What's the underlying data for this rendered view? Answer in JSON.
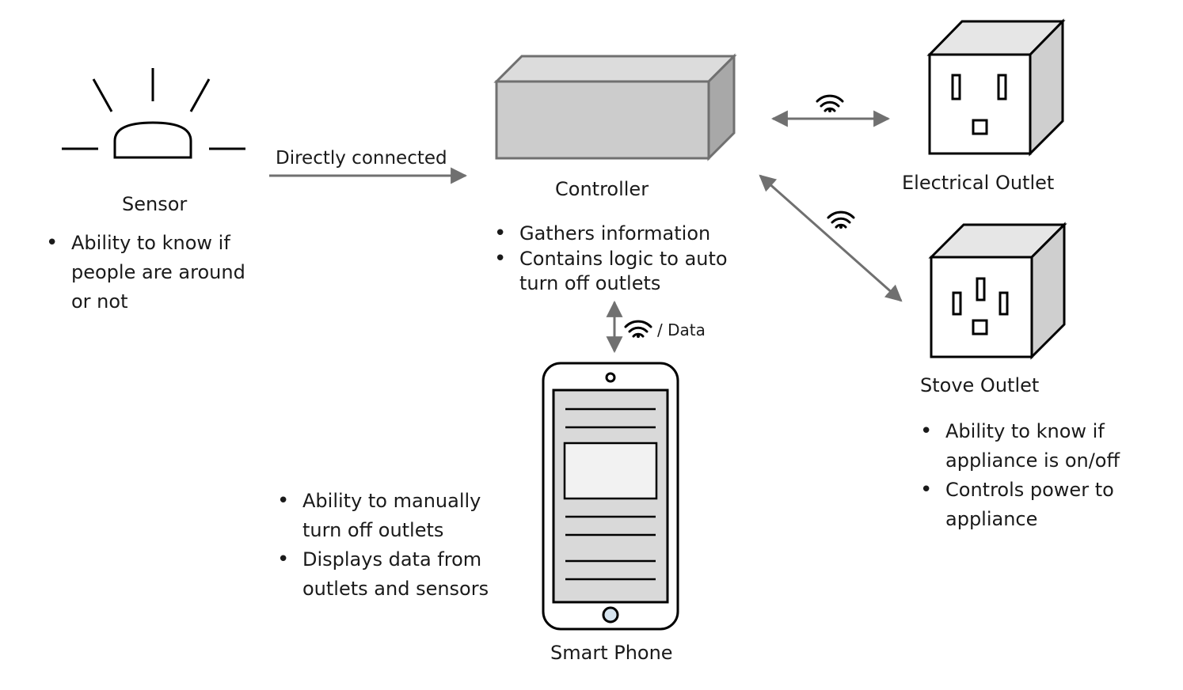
{
  "sensor": {
    "label": "Sensor",
    "bullets": [
      "Ability to know if people are around or not"
    ]
  },
  "connection_sensor_controller": {
    "label": "Directly connected"
  },
  "controller": {
    "label": "Controller",
    "bullets": [
      "Gathers information",
      "Contains logic to auto turn off outlets"
    ]
  },
  "electrical_outlet": {
    "label": "Electrical Outlet"
  },
  "stove_outlet": {
    "label": "Stove Outlet",
    "bullets": [
      "Ability to know if appliance is on/off",
      "Controls power to appliance"
    ]
  },
  "smart_phone": {
    "label": "Smart Phone",
    "bullets": [
      "Ability to manually turn off outlets",
      "Displays data from outlets and sensors"
    ]
  },
  "connection_controller_phone": {
    "label": "/ Data"
  },
  "icons": {
    "wireless": "wifi-icon",
    "sensor": "sensor-icon",
    "controller": "controller-box-icon",
    "outlet": "outlet-icon",
    "phone": "smartphone-icon"
  },
  "colors": {
    "arrow": "#707070",
    "box_fill": "#cccccc",
    "box_side": "#a8a8a8",
    "phone_screen": "#d9d9d9"
  }
}
